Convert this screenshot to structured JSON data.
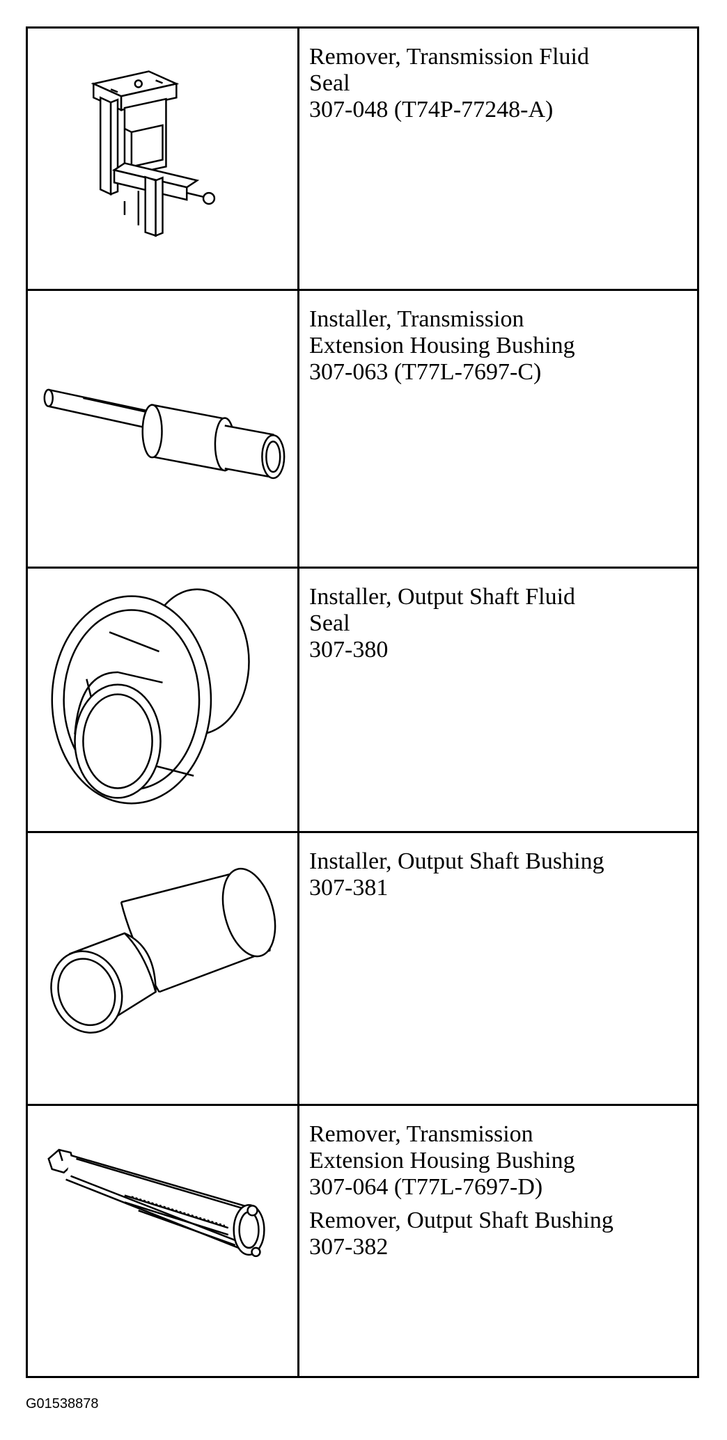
{
  "rows": [
    {
      "tool_name_line1": "Remover, Transmission Fluid",
      "tool_name_line2": "Seal",
      "part_number": "307-048 (T74P-77248-A)"
    },
    {
      "tool_name_line1": "Installer, Transmission",
      "tool_name_line2": "Extension Housing Bushing",
      "part_number": "307-063 (T77L-7697-C)"
    },
    {
      "tool_name_line1": "Installer, Output Shaft Fluid",
      "tool_name_line2": "Seal",
      "part_number": "307-380"
    },
    {
      "tool_name_line1": "Installer, Output Shaft Bushing",
      "part_number": "307-381"
    },
    {
      "tool_name_line1": "Remover, Transmission",
      "tool_name_line2": "Extension Housing Bushing",
      "part_number": "307-064 (T77L-7697-D)",
      "tool2_name": "Remover, Output Shaft Bushing",
      "tool2_part_number": "307-382"
    }
  ],
  "figure_id": "G01538878"
}
